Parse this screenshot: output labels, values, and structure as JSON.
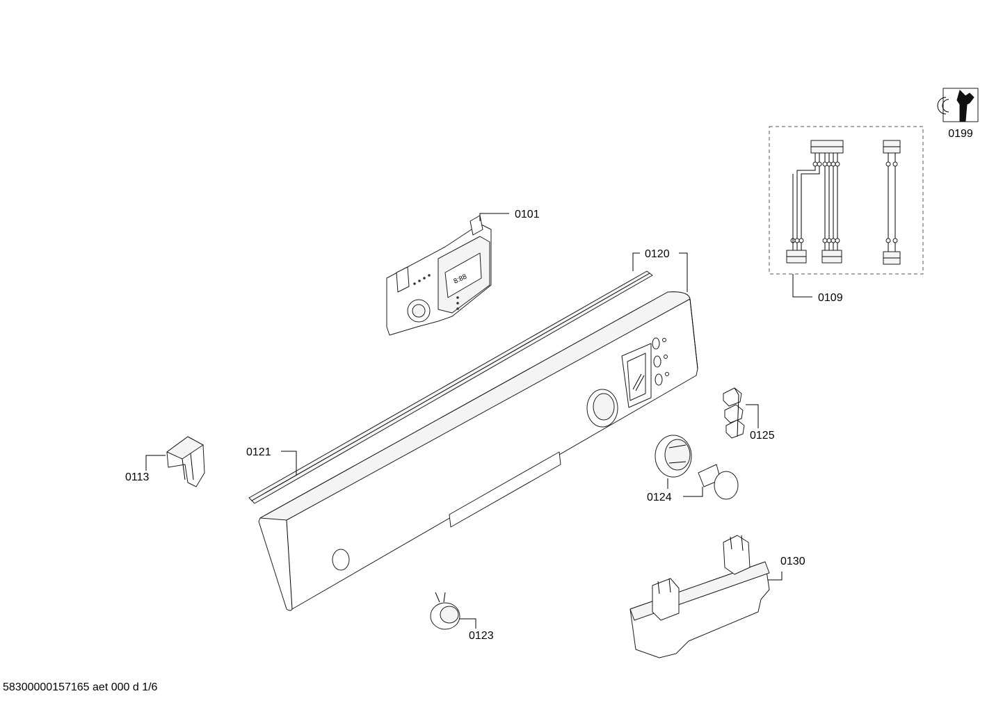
{
  "diagram": {
    "parts": [
      {
        "id": "service-kit",
        "label": "0199"
      },
      {
        "id": "cable-set",
        "label": "0109"
      },
      {
        "id": "electronic-module",
        "label": "0101"
      },
      {
        "id": "fascia-panel",
        "label": "0120"
      },
      {
        "id": "trim-strip",
        "label": "0121"
      },
      {
        "id": "clip",
        "label": "0113"
      },
      {
        "id": "indicator-caps",
        "label": "0125"
      },
      {
        "id": "knob",
        "label": "0124"
      },
      {
        "id": "push-button",
        "label": "0123"
      },
      {
        "id": "holder",
        "label": "0130"
      }
    ]
  },
  "footer": {
    "document_ref": "58300000157165 aet 000 d 1/6"
  }
}
